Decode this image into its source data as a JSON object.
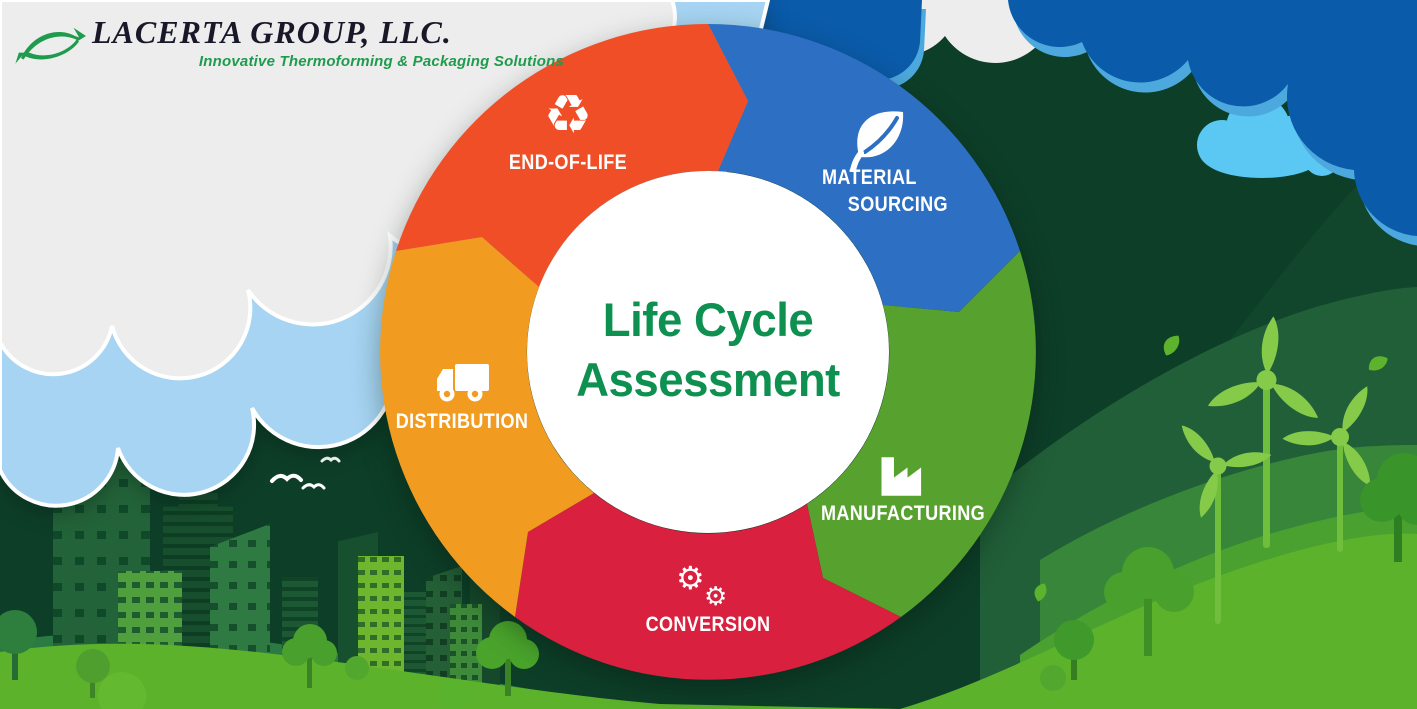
{
  "logo": {
    "company_name": "LACERTA GROUP, LLC.",
    "tagline": "Innovative Thermoforming & Packaging Solutions",
    "name_color": "#181829",
    "green": "#1f9b4d",
    "icon": "lizard-swoosh-icon"
  },
  "diagram": {
    "title_line1": "Life Cycle",
    "title_line2": "Assessment",
    "title_color": "#0e9150",
    "center_bg": "#ffffff",
    "segments": [
      {
        "id": "material-sourcing",
        "line1": "MATERIAL",
        "line2": "SOURCING",
        "color": "#2d6fc3",
        "icon": "leaf-icon"
      },
      {
        "id": "manufacturing",
        "label": "MANUFACTURING",
        "color": "#57a22e",
        "icon": "factory-icon"
      },
      {
        "id": "conversion",
        "label": "CONVERSION",
        "color": "#d9203e",
        "icon": "gears-icon",
        "glyph_big": "⚙",
        "glyph_small": "⚙"
      },
      {
        "id": "distribution",
        "label": "DISTRIBUTION",
        "color": "#f19c20",
        "icon": "truck-icon"
      },
      {
        "id": "end-of-life",
        "label": "END-OF-LIFE",
        "color": "#f04e26",
        "icon": "recycle-icon",
        "glyph": "♻"
      }
    ]
  },
  "scene": {
    "sky": "#0d3e28",
    "hill_dark2": "#12462c",
    "hill_band": "#215f38",
    "hill_medium": "#388639",
    "hill_light": "#4aa12f",
    "hill_city": "#2c7a43",
    "hill_front": "#5cb32b",
    "cloud_white": "#ededed",
    "cloud_lightblue": "#a6d4f2",
    "cloud_darkblue": "#0b5bab",
    "cloud_darkblue_rim": "#4da9dd",
    "cloud_skyblue": "#5ac8f2",
    "sun": "#f2cc3e",
    "turbine_blade": "#85cb49",
    "turbine_tower": "#6fbe3c",
    "leaf_float": "#5db32e",
    "bird": "#ffffff"
  }
}
